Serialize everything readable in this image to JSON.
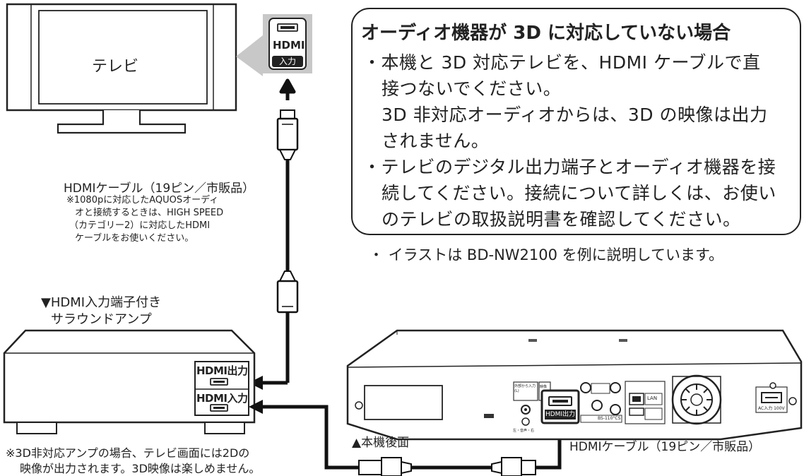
{
  "tv": {
    "label": "テレビ"
  },
  "tv_port": {
    "port": "HDMI",
    "badge": "入力"
  },
  "cable1": {
    "label": "HDMIケーブル（19ピン／市販品）",
    "note_lines": [
      "※1080pに対応したAQUOSオーディ",
      "オと接続するときは、HIGH SPEED",
      "（カテゴリー2）に対応したHDMI",
      "ケーブルをお使いください。"
    ]
  },
  "amp": {
    "title_lines": [
      "▼HDMI入力端子付き",
      "サラウンドアンプ"
    ],
    "out_label": "HDMI出力",
    "in_label": "HDMI入力"
  },
  "amp_note_lines": [
    "※3D非対応アンプの場合、テレビ画面には2Dの",
    "映像が出力されます。3D映像は楽しめません。"
  ],
  "notice": {
    "title": "オーディオ機器が 3D に対応していない場合",
    "lines": [
      "・本機と 3D 対応テレビを、HDMI ケーブルで直",
      "接つないでください。",
      "3D 非対応オーディオからは、3D の映像は出力",
      "されません。",
      "・テレビのデジタル出力端子とオーディオ機器を接",
      "続してください。接続について詳しくは、お使い",
      "のテレビの取扱説明書を確認してください。"
    ]
  },
  "caption": "・ イラストは BD-NW2100 を例に説明しています。",
  "recorder": {
    "rear_label": "▲本機後面",
    "hdmi_out_label": "HDMI出力",
    "lan_label": "LAN",
    "ac_label": "AC入力 100V",
    "bs_label": "BS-110°CS",
    "small_labels": [
      "外部から入力(L)",
      "映像",
      "左・音声・右"
    ]
  },
  "cable2": {
    "label": "HDMIケーブル（19ピン／市販品）"
  }
}
